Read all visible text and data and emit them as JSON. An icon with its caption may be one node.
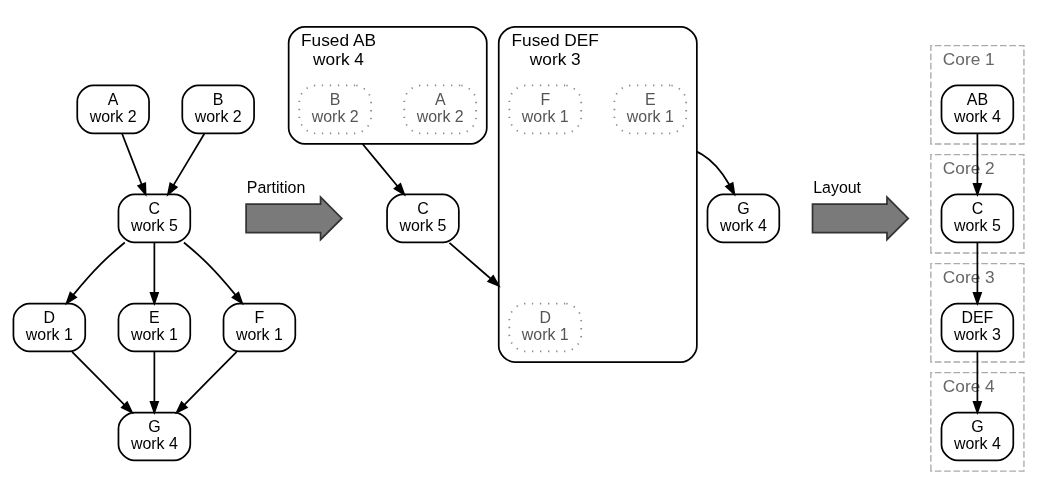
{
  "diagram": {
    "nodes": [
      {
        "text": [
          "A",
          "work 2"
        ]
      },
      {
        "text": [
          "B",
          "work 2"
        ]
      },
      {
        "text": [
          "C",
          "work 5"
        ]
      },
      {
        "text": [
          "D",
          "work 1"
        ]
      },
      {
        "text": [
          "E",
          "work 1"
        ]
      },
      {
        "text": [
          "F",
          "work 1"
        ]
      },
      {
        "text": [
          "G",
          "work 4"
        ]
      },
      {
        "text": [],
        "shape": "arrow",
        "beside": [
          "Partition"
        ]
      },
      {
        "text": [
          "Fused AB",
          "work 4"
        ]
      },
      {
        "text": [
          "A",
          "work 2"
        ],
        "in": 8
      },
      {
        "text": [
          "B",
          "work 2"
        ],
        "in": 8
      },
      {
        "text": [
          "C",
          "work 5"
        ]
      },
      {
        "text": [
          "Fused DEF",
          "work 3"
        ]
      },
      {
        "text": [
          "D",
          "work 1"
        ],
        "in": 12
      },
      {
        "text": [
          "E",
          "work 1"
        ],
        "in": 12
      },
      {
        "text": [
          "F",
          "work 1"
        ],
        "in": 12
      },
      {
        "text": [
          "G",
          "work 4"
        ]
      },
      {
        "text": [],
        "shape": "arrow",
        "beside": [
          "Layout"
        ]
      },
      {
        "text": [
          "Core 1"
        ]
      },
      {
        "text": [
          "AB",
          "work 4"
        ],
        "in": 18
      },
      {
        "text": [
          "Core 2"
        ]
      },
      {
        "text": [
          "C",
          "work 5"
        ],
        "in": 20
      },
      {
        "text": [
          "Core 3"
        ]
      },
      {
        "text": [
          "DEF",
          "work 3"
        ],
        "in": 22
      },
      {
        "text": [
          "Core 4"
        ]
      },
      {
        "text": [
          "G",
          "work 4"
        ],
        "in": 24
      }
    ],
    "edges": [
      {
        "from": 0,
        "to": 2,
        "arrow": "to"
      },
      {
        "from": 1,
        "to": 2,
        "arrow": "to"
      },
      {
        "from": 2,
        "to": 3,
        "arrow": "to"
      },
      {
        "from": 2,
        "to": 4,
        "arrow": "to"
      },
      {
        "from": 2,
        "to": 5,
        "arrow": "to"
      },
      {
        "from": 3,
        "to": 6,
        "arrow": "to"
      },
      {
        "from": 4,
        "to": 6,
        "arrow": "to"
      },
      {
        "from": 5,
        "to": 6,
        "arrow": "to"
      },
      {
        "from": 8,
        "to": 11,
        "arrow": "to"
      },
      {
        "from": 11,
        "to": 12,
        "arrow": "to"
      },
      {
        "from": 12,
        "to": 16,
        "arrow": "to"
      },
      {
        "from": 19,
        "to": 21,
        "arrow": "to"
      },
      {
        "from": 21,
        "to": 23,
        "arrow": "to"
      },
      {
        "from": 23,
        "to": 25,
        "arrow": "to"
      }
    ]
  }
}
